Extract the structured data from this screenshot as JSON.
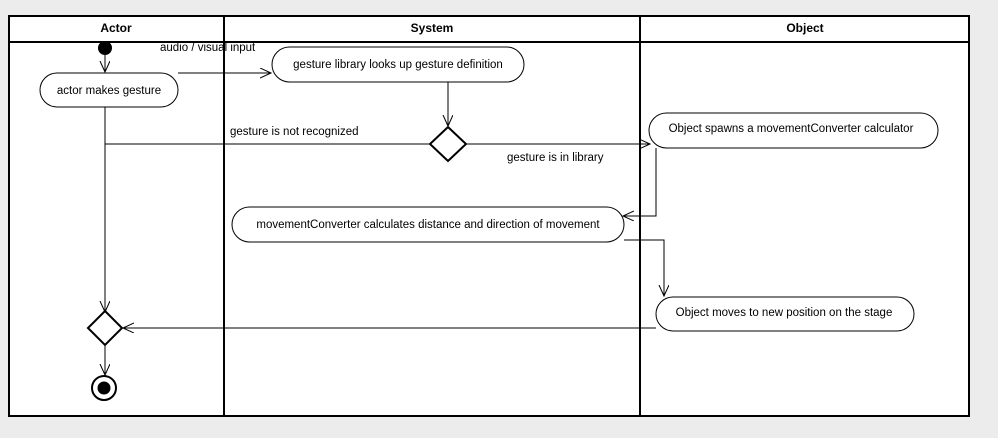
{
  "swimlanes": [
    {
      "id": "actor",
      "title": "Actor"
    },
    {
      "id": "system",
      "title": "System"
    },
    {
      "id": "object",
      "title": "Object"
    }
  ],
  "activities": {
    "actor_makes_gesture": "actor makes gesture",
    "library_lookup": "gesture library looks up gesture definition",
    "object_spawns": "Object spawns a movementConverter calculator",
    "converter_calculates": "movementConverter calculates distance and direction of movement",
    "object_moves": "Object moves to new position on the stage"
  },
  "edge_labels": {
    "audio_visual_input": "audio / visual input",
    "not_recognized": "gesture is not recognized",
    "in_library": "gesture is in library"
  },
  "colors": {
    "background": "#ececec",
    "lane_fill": "#ffffff",
    "node_fill": "#ffffff",
    "stroke": "#000000"
  }
}
